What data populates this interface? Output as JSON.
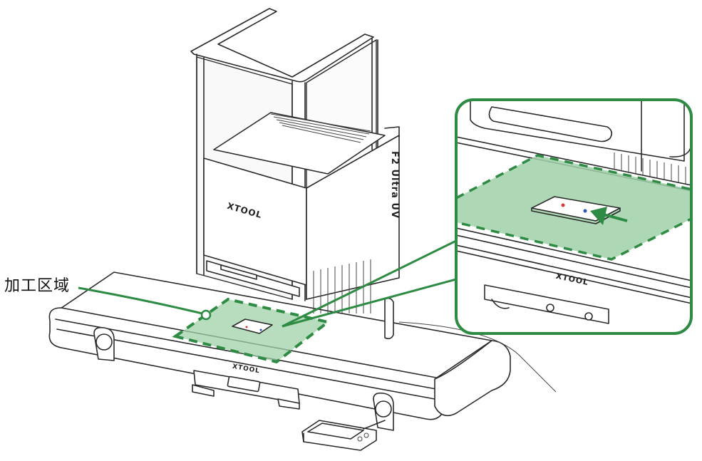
{
  "callout": {
    "label": "加工区域"
  },
  "machine": {
    "brand_logo": "XTOOL",
    "side_model_text": "F2 Ultra UV"
  },
  "conveyor": {
    "brand_logo": "XTOOL"
  },
  "inset": {
    "brand_logo": "XTOOL"
  },
  "colors": {
    "accent_green": "#2e8b43",
    "area_fill": "#9fd0a8",
    "dot_red": "#d23b3b",
    "dot_blue": "#2b56b8",
    "line": "#2a2a2a"
  }
}
